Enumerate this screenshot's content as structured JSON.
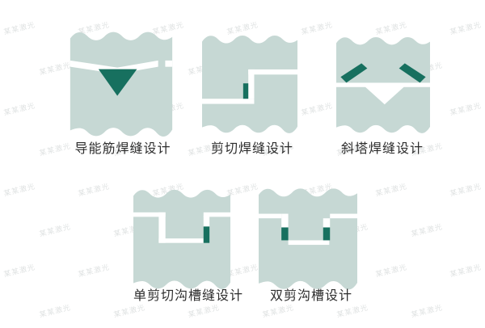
{
  "colors": {
    "material": "#c6d8d4",
    "weld": "#17705f",
    "gap": "#ffffff",
    "label": "#2d2d2d"
  },
  "watermark": {
    "text": "某某激光"
  },
  "diagrams": [
    {
      "id": "energy-director-weld",
      "label": "导能筋焊缝设计"
    },
    {
      "id": "shear-weld",
      "label": "剪切焊缝设计"
    },
    {
      "id": "scarf-weld",
      "label": "斜塔焊缝设计"
    },
    {
      "id": "single-shear-groove",
      "label": "单剪切沟槽缝设计"
    },
    {
      "id": "double-shear-groove",
      "label": "双剪沟槽设计"
    }
  ]
}
